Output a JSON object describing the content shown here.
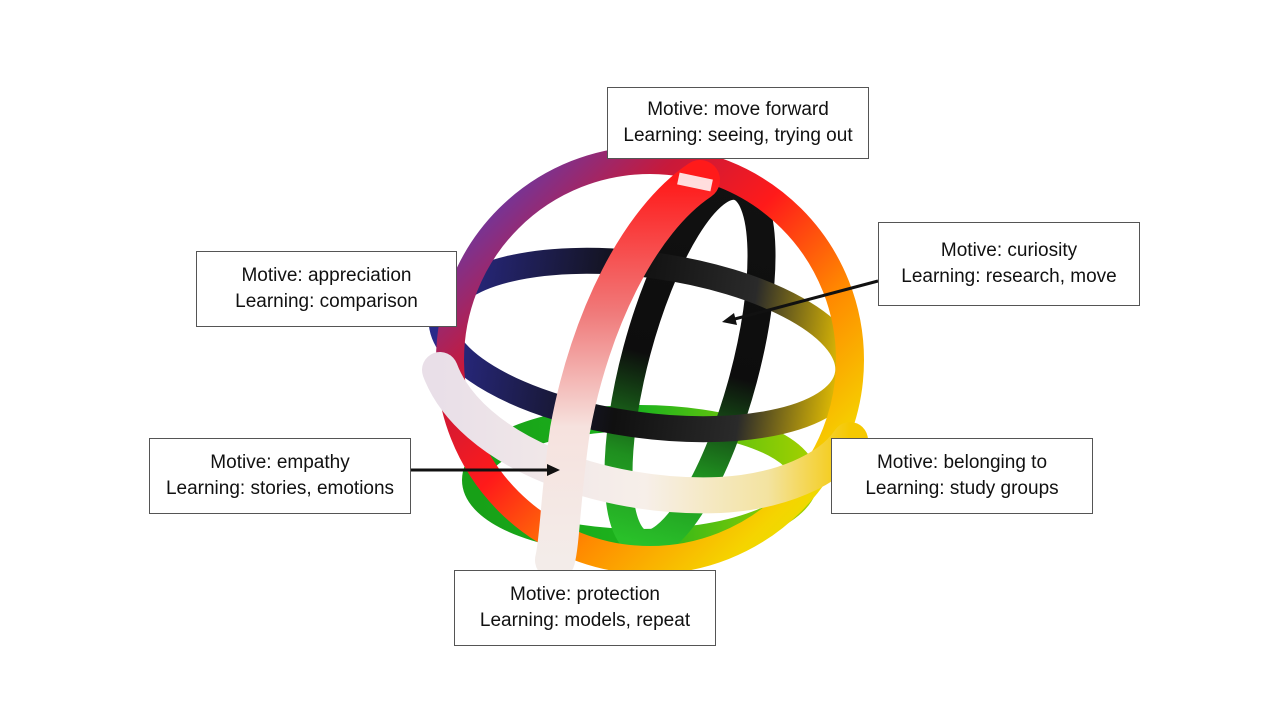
{
  "diagram": {
    "colors": {
      "top_ring": "#e8191c",
      "right_ring": "#f5c400",
      "left_ring": "#3a48d8",
      "inner_ring": "#111111",
      "bottom_ring": "#16a316",
      "front_ring": "#f7e8e4",
      "box_border": "#555555",
      "arrow": "#111111"
    },
    "labels": [
      {
        "id": "top",
        "motive": "Motive: move forward",
        "learning": "Learning: seeing, trying out",
        "color": "red"
      },
      {
        "id": "right-upper",
        "motive": "Motive: curiosity",
        "learning": "Learning: research, move",
        "color": "black"
      },
      {
        "id": "left-upper",
        "motive": "Motive: appreciation",
        "learning": "Learning: comparison",
        "color": "blue"
      },
      {
        "id": "left-lower",
        "motive": "Motive: empathy",
        "learning": "Learning: stories, emotions",
        "color": "white"
      },
      {
        "id": "right-lower",
        "motive": "Motive: belonging to",
        "learning": "Learning: study groups",
        "color": "yellow"
      },
      {
        "id": "bottom",
        "motive": "Motive: protection",
        "learning": "Learning: models, repeat",
        "color": "green"
      }
    ]
  }
}
